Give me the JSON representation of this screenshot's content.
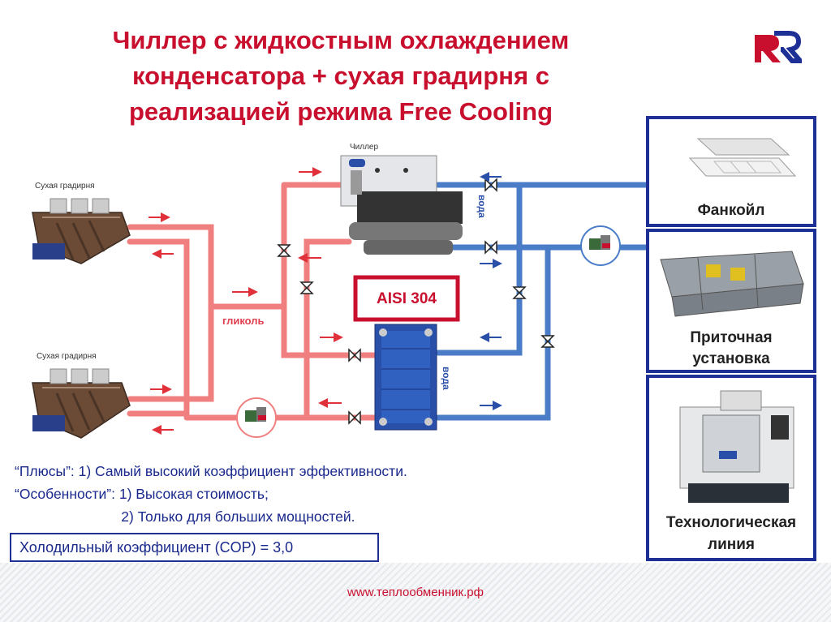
{
  "title": {
    "line1": "Чиллер с жидкостным охлаждением",
    "line2": "конденсатора + сухая градирня с",
    "line3": "реализацией режима Free Cooling"
  },
  "diagram": {
    "chiller_label": "Чиллер",
    "dry_cooler_top_label": "Сухая градирня",
    "dry_cooler_bottom_label": "Сухая градирня",
    "glycol_label": "гликоль",
    "water_label_top": "вода",
    "water_label_bottom": "вода",
    "heat_exchanger_label": "AISI 304",
    "colors": {
      "glycol_pipe": "#f08080",
      "water_pipe": "#4a7cc8",
      "accent": "#c8102e",
      "panel_border": "#1e2f96"
    }
  },
  "consumers": {
    "fancoil": "Фанкойл",
    "ahu_line1": "Приточная",
    "ahu_line2": "установка",
    "process_line1": "Технологическая",
    "process_line2": "линия"
  },
  "notes": {
    "pros": "“Плюсы”: 1) Самый высокий коэффициент эффективности.",
    "features1": "“Особенности”: 1) Высокая стоимость;",
    "features2": "                           2) Только для больших мощностей."
  },
  "cop": "Холодильный коэффициент (COP) = 3,0",
  "footer": {
    "url": "www.теплообменник.рф"
  }
}
